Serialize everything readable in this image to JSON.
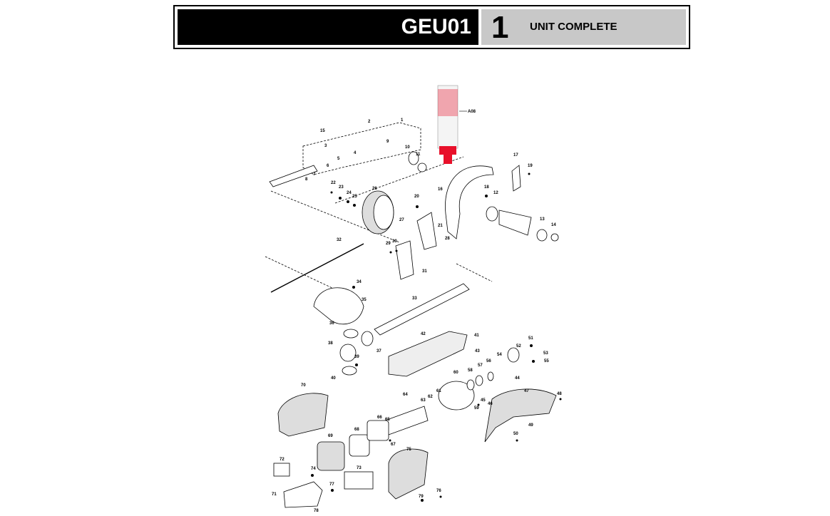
{
  "header": {
    "model": "GEU01",
    "figure_number": "1",
    "figure_title": "UNIT COMPLETE"
  },
  "grease_label": "A08",
  "part_labels": [
    {
      "id": "p1",
      "text": "1"
    },
    {
      "id": "p2",
      "text": "2"
    },
    {
      "id": "p3",
      "text": "3"
    },
    {
      "id": "p4",
      "text": "4"
    },
    {
      "id": "p5",
      "text": "5"
    },
    {
      "id": "p6",
      "text": "6"
    },
    {
      "id": "p7",
      "text": "7"
    },
    {
      "id": "p8",
      "text": "8"
    },
    {
      "id": "p9",
      "text": "9"
    },
    {
      "id": "p10",
      "text": "10"
    },
    {
      "id": "p11",
      "text": "11"
    },
    {
      "id": "p12",
      "text": "12"
    },
    {
      "id": "p13",
      "text": "13"
    },
    {
      "id": "p14",
      "text": "14"
    },
    {
      "id": "p15",
      "text": "15"
    },
    {
      "id": "p16",
      "text": "16"
    },
    {
      "id": "p17",
      "text": "17"
    },
    {
      "id": "p18",
      "text": "18"
    },
    {
      "id": "p19",
      "text": "19"
    },
    {
      "id": "p20",
      "text": "20"
    },
    {
      "id": "p21",
      "text": "21"
    },
    {
      "id": "p22",
      "text": "22"
    },
    {
      "id": "p23",
      "text": "23"
    },
    {
      "id": "p24",
      "text": "24"
    },
    {
      "id": "p25",
      "text": "25"
    },
    {
      "id": "p26",
      "text": "26"
    },
    {
      "id": "p27",
      "text": "27"
    },
    {
      "id": "p28",
      "text": "28"
    },
    {
      "id": "p29",
      "text": "29"
    },
    {
      "id": "p30",
      "text": "30"
    },
    {
      "id": "p31",
      "text": "31"
    },
    {
      "id": "p32",
      "text": "32"
    },
    {
      "id": "p33",
      "text": "33"
    },
    {
      "id": "p34",
      "text": "34"
    },
    {
      "id": "p35",
      "text": "35"
    },
    {
      "id": "p36",
      "text": "36"
    },
    {
      "id": "p37",
      "text": "37"
    },
    {
      "id": "p38",
      "text": "38"
    },
    {
      "id": "p39",
      "text": "39"
    },
    {
      "id": "p40",
      "text": "40"
    },
    {
      "id": "p41",
      "text": "41"
    },
    {
      "id": "p42",
      "text": "42"
    },
    {
      "id": "p43",
      "text": "43"
    },
    {
      "id": "p44",
      "text": "44"
    },
    {
      "id": "p45",
      "text": "45"
    },
    {
      "id": "p46",
      "text": "46"
    },
    {
      "id": "p47",
      "text": "47"
    },
    {
      "id": "p48",
      "text": "48"
    },
    {
      "id": "p49",
      "text": "49"
    },
    {
      "id": "p50",
      "text": "50"
    },
    {
      "id": "p51",
      "text": "51"
    },
    {
      "id": "p52",
      "text": "52"
    },
    {
      "id": "p53",
      "text": "53"
    },
    {
      "id": "p54",
      "text": "54"
    },
    {
      "id": "p55",
      "text": "55"
    },
    {
      "id": "p56",
      "text": "56"
    },
    {
      "id": "p57",
      "text": "57"
    },
    {
      "id": "p58",
      "text": "58"
    },
    {
      "id": "p59",
      "text": "59"
    },
    {
      "id": "p60",
      "text": "60"
    },
    {
      "id": "p61",
      "text": "61"
    },
    {
      "id": "p62",
      "text": "62"
    },
    {
      "id": "p63",
      "text": "63"
    },
    {
      "id": "p64",
      "text": "64"
    },
    {
      "id": "p65",
      "text": "65"
    },
    {
      "id": "p66",
      "text": "66"
    },
    {
      "id": "p67",
      "text": "67"
    },
    {
      "id": "p68",
      "text": "68"
    },
    {
      "id": "p69",
      "text": "69"
    },
    {
      "id": "p70",
      "text": "70"
    },
    {
      "id": "p71",
      "text": "71"
    },
    {
      "id": "p72",
      "text": "72"
    },
    {
      "id": "p73",
      "text": "73"
    },
    {
      "id": "p74",
      "text": "74"
    },
    {
      "id": "p75",
      "text": "75"
    },
    {
      "id": "p76",
      "text": "76"
    },
    {
      "id": "p77",
      "text": "77"
    },
    {
      "id": "p78",
      "text": "78"
    },
    {
      "id": "p79",
      "text": "79"
    }
  ],
  "colors": {
    "grease_cap": "#e8102a",
    "header_dark": "#000000",
    "header_light": "#c8c8c8"
  }
}
